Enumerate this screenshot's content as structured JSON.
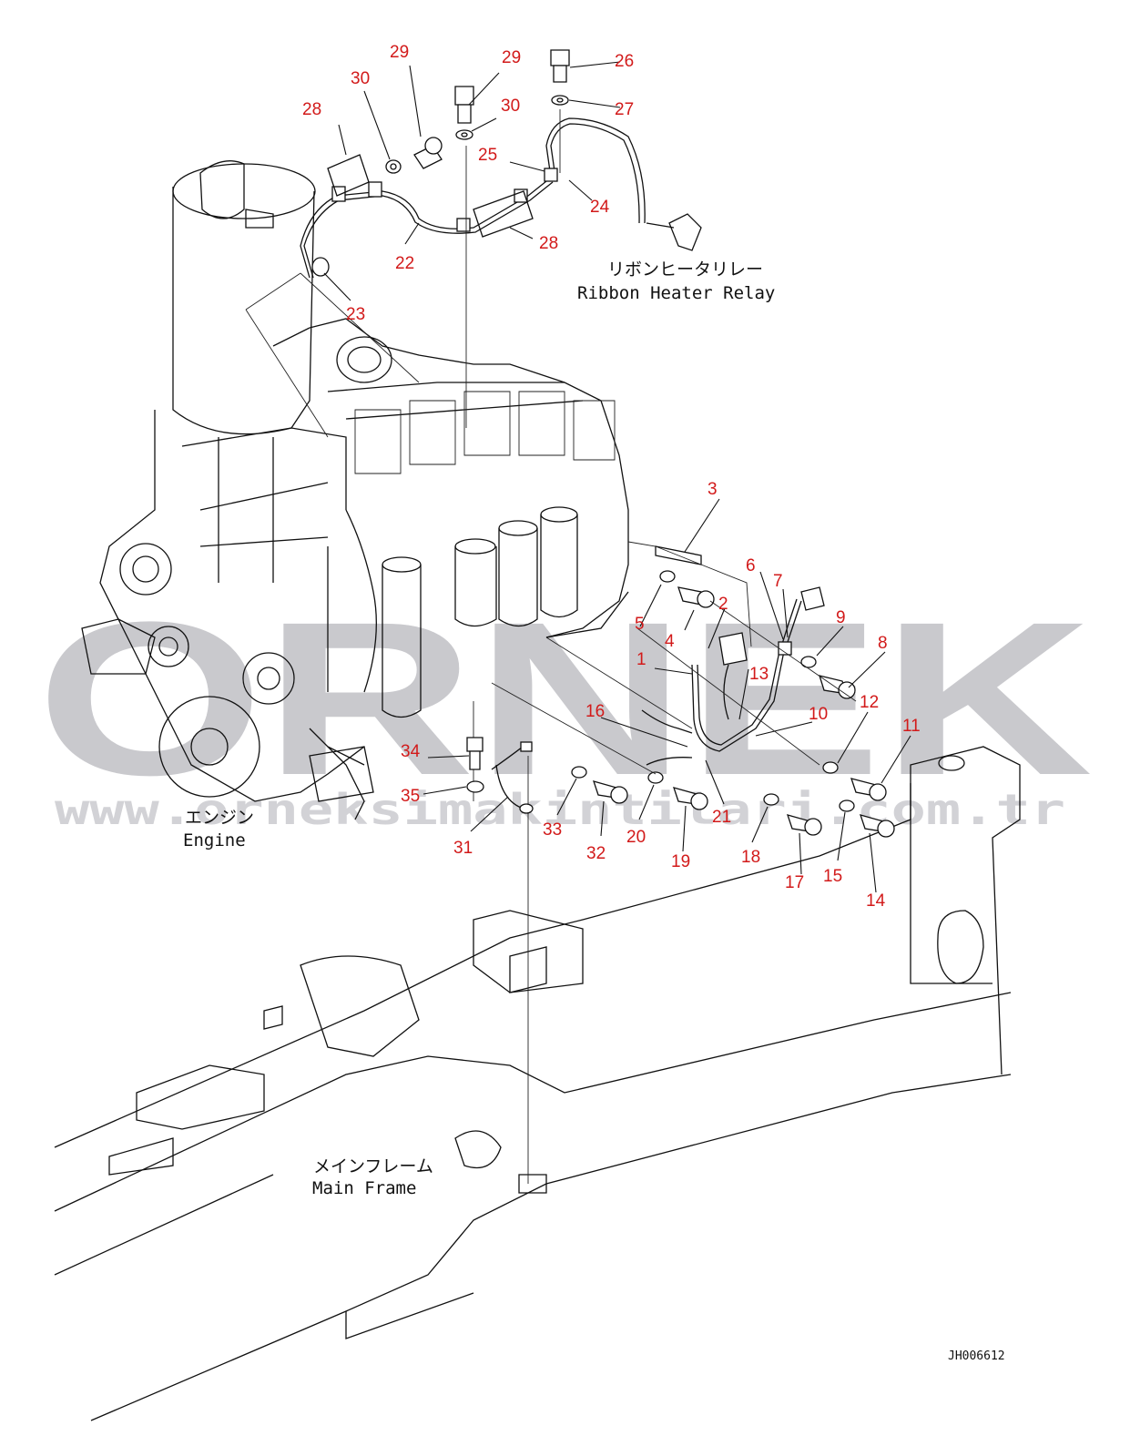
{
  "labels": {
    "ribbon_jp": "リボンヒータリレー",
    "ribbon_en": "Ribbon Heater Relay",
    "engine_jp": "エンジン",
    "engine_en": "Engine",
    "frame_jp": "メインフレーム",
    "frame_en": "Main Frame",
    "drawing_code": "JH006612"
  },
  "watermark": {
    "brand": "ORNEK",
    "url": "www.orneksimakintilari.com.tr"
  },
  "callouts": [
    "1",
    "2",
    "3",
    "4",
    "5",
    "6",
    "7",
    "8",
    "9",
    "10",
    "11",
    "12",
    "13",
    "14",
    "15",
    "16",
    "17",
    "18",
    "19",
    "20",
    "21",
    "22",
    "23",
    "24",
    "25",
    "26",
    "27",
    "28",
    "28",
    "29",
    "29",
    "30",
    "30",
    "31",
    "32",
    "33",
    "34",
    "35"
  ],
  "colors": {
    "callout": "#d21a1a",
    "line": "#111111",
    "watermark": "#c9c9cd"
  }
}
